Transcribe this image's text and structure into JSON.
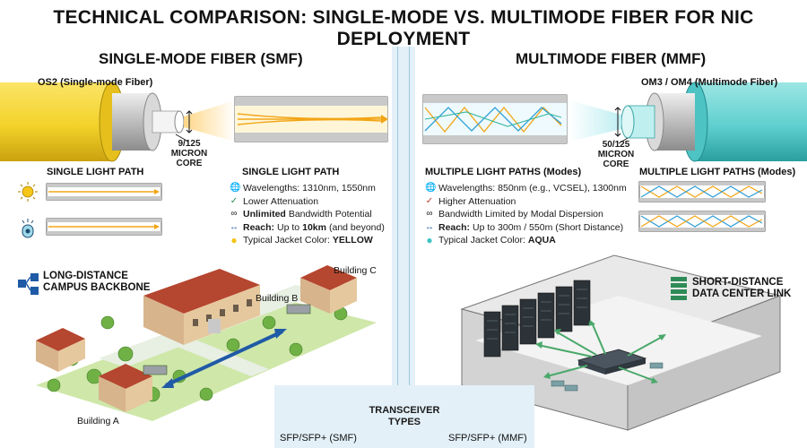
{
  "title": "TECHNICAL COMPARISON: SINGLE-MODE VS. MULTIMODE FIBER FOR NIC DEPLOYMENT",
  "smf": {
    "heading": "SINGLE-MODE FIBER (SMF)",
    "cable_label": "OS2 (Single-mode Fiber)",
    "core_size": "9/125",
    "core_word1": "MICRON",
    "core_word2": "CORE",
    "left_path_label": "SINGLE LIGHT PATH",
    "feature_heading": "SINGLE LIGHT PATH",
    "features": {
      "wavelengths": "Wavelengths: 1310nm, 1550nm",
      "attenuation": "Lower Attenuation",
      "bandwidth_key": "Unlimited",
      "bandwidth_rest": "Bandwidth Potential",
      "reach_key": "Reach:",
      "reach_pre": "Up to",
      "reach_val": "10km",
      "reach_post": "(and beyond)",
      "jacket_pre": "Typical Jacket Color:",
      "jacket_val": "YELLOW"
    },
    "callout_line1": "LONG-DISTANCE",
    "callout_line2": "CAMPUS BACKBONE",
    "buildings": {
      "a": "Building A",
      "b": "Building B",
      "c": "Building C"
    },
    "colors": {
      "jacket": "#f3d22a",
      "jacket_shade": "#d4ab12",
      "beam": "#f2a516"
    }
  },
  "mmf": {
    "heading": "MULTIMODE FIBER (MMF)",
    "cable_label": "OM3 / OM4 (Multimode Fiber)",
    "core_size": "50/125",
    "core_word1": "MICRON",
    "core_word2": "CORE",
    "path_label_left": "MULTIPLE LIGHT PATHS (Modes)",
    "path_label_right": "MULTIPLE LIGHT PATHS (Modes)",
    "features": {
      "wavelengths": "Wavelengths: 850nm (e.g., VCSEL), 1300nm",
      "attenuation": "Higher Attenuation",
      "bandwidth": "Bandwidth Limited by Modal Dispersion",
      "reach_key": "Reach:",
      "reach_rest": "Up to 300m / 550m (Short Distance)",
      "jacket_pre": "Typical Jacket Color:",
      "jacket_val": "AQUA"
    },
    "callout_line1": "SHORT-DISTANCE",
    "callout_line2": "DATA CENTER LINK",
    "colors": {
      "jacket": "#5fd0cf",
      "jacket_shade": "#2fa9aa",
      "beam": "#2e9ed6"
    }
  },
  "transceiver": {
    "title_line1": "TRANSCEIVER",
    "title_line2": "TYPES",
    "left": "SFP/SFP+ (SMF)",
    "right": "SFP/SFP+ (MMF)"
  },
  "icons": {
    "globe": "globe-icon",
    "check": "check-icon",
    "infinity": "infinity-icon",
    "arrows": "double-arrow-icon",
    "swatch": "color-swatch-icon",
    "sun": "sun-icon",
    "led": "led-icon",
    "network": "network-icon",
    "server": "server-rack-icon"
  }
}
